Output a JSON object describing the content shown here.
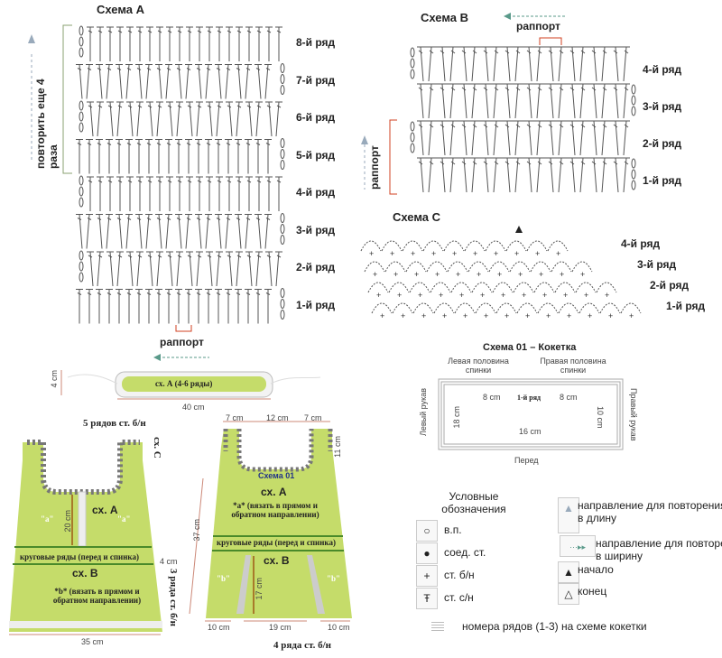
{
  "scheme_a": {
    "title": "Схема А",
    "rows": [
      "8-й ряд",
      "7-й ряд",
      "6-й ряд",
      "5-й ряд",
      "4-й ряд",
      "3-й ряд",
      "2-й ряд",
      "1-й ряд"
    ],
    "repeat_note": "повторить еще 4 раза",
    "rapport": "раппорт"
  },
  "scheme_b": {
    "title": "Схема В",
    "rows": [
      "4-й ряд",
      "3-й ряд",
      "2-й ряд",
      "1-й ряд"
    ],
    "rapport_top": "раппорт",
    "rapport_side": "раппорт"
  },
  "scheme_c": {
    "title": "Схема С",
    "rows": [
      "4-й ряд",
      "3-й ряд",
      "2-й ряд",
      "1-й ряд"
    ]
  },
  "belt": {
    "label": "сх. А (4-6 ряды)",
    "height": "4 cm",
    "width": "40 cm"
  },
  "front": {
    "top_note": "5 рядов ст. б/н",
    "side_note": "сх. С",
    "scheme_a": "сх. А",
    "a_left": "\"a\"",
    "a_right": "\"a\"",
    "h20": "20 cm",
    "round_rows": "круговые ряды (перед и спинка)",
    "h4": "4 cm",
    "scheme_b": "сх. В",
    "b_note": "*b* (вязать в прямом и обратном направлении)",
    "bottom_note": "3 ряда ст. б/н",
    "width": "35 cm"
  },
  "back": {
    "w1": "7 cm",
    "w2": "12 cm",
    "w3": "7 cm",
    "h11": "11 cm",
    "scheme01": "Схема 01",
    "scheme_a": "сх. А",
    "a_note": "*а* (вязать в прямом и обратном направлении)",
    "round_rows": "круговые ряды (перед и спинка)",
    "scheme_b": "сх. В",
    "b_left": "\"b\"",
    "b_right": "\"b\"",
    "h37": "37 cm",
    "h17": "17 cm",
    "b1": "10 cm",
    "b2": "19 cm",
    "b3": "10 cm",
    "bottom_note": "4 ряда ст. б/н"
  },
  "yoke": {
    "title": "Схема 01 – Кокетка",
    "left_back": "Левая половина спинки",
    "right_back": "Правая половина спинки",
    "left_sleeve": "Левый рукав",
    "right_sleeve": "Правый рукав",
    "front": "Перед",
    "row1": "1-й ряд",
    "w_left": "8 cm",
    "w_right": "8 cm",
    "h_left": "18 cm",
    "h_right": "10 cm",
    "w_bottom": "16 cm"
  },
  "legend": {
    "title": "Условные обозначения",
    "items": [
      {
        "icon": "chain-icon",
        "symbol": "○",
        "label": "в.п."
      },
      {
        "icon": "slip-stitch-icon",
        "symbol": "●",
        "label": "соед. ст."
      },
      {
        "icon": "single-crochet-icon",
        "symbol": "+",
        "label": "ст. б/н"
      },
      {
        "icon": "double-crochet-icon",
        "symbol": "Ŧ",
        "label": "ст. с/н"
      }
    ],
    "right_items": [
      {
        "icon": "arrow-up-icon",
        "label": "направление для повторения в длину"
      },
      {
        "icon": "arrow-right-icon",
        "label": "направление для повторения в ширину"
      },
      {
        "icon": "start-icon",
        "symbol": "▲",
        "label": "начало"
      },
      {
        "icon": "end-icon",
        "symbol": "△",
        "label": "конец"
      }
    ],
    "row_numbers": "номера рядов (1-3) на схеме кокетки"
  },
  "colors": {
    "green": "#c5dc6a",
    "dark_green": "#4a8a2a",
    "stitch": "#555555",
    "rapport": "#d04020",
    "arrow": "#5a9a8a"
  }
}
